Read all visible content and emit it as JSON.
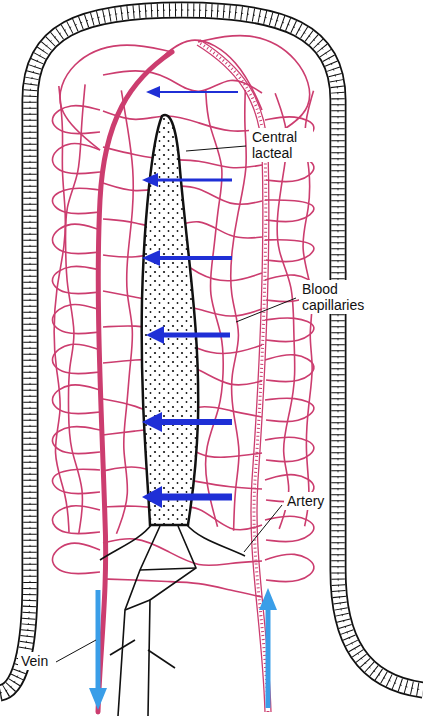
{
  "diagram": {
    "labels": [
      "Central lacteal",
      "Blood capillaries",
      "Artery",
      "Vein"
    ]
  }
}
